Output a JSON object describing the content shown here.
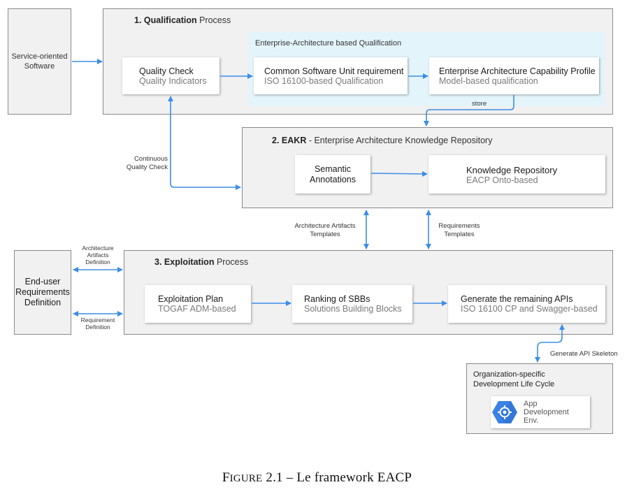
{
  "service_software": {
    "text": "Service-oriented Software"
  },
  "qualification": {
    "number": "1.",
    "title_bold": "Qualification",
    "title_rest": "Process",
    "ea_area_label": "Enterprise-Architecture based Qualification",
    "quality_check": {
      "title": "Quality Check",
      "subtitle": "Quality Indicators"
    },
    "common_unit": {
      "title": "Common Software Unit requirement",
      "subtitle": "ISO 16100-based Qualification"
    },
    "eacp": {
      "title": "Enterprise Architecture Capability Profile",
      "subtitle": "Model-based qualification"
    },
    "store_label": "store"
  },
  "eakr": {
    "number": "2.",
    "title_bold": "EAKR",
    "title_rest": "- Enterprise Architecture Knowledge Repository",
    "semantic": {
      "line1": "Semantic",
      "line2": "Annotations"
    },
    "repo": {
      "title": "Knowledge Repository",
      "subtitle": "EACP Onto-based"
    }
  },
  "continuous_check": {
    "line1": "Continuous",
    "line2": "Quality Check"
  },
  "artifacts_templates": {
    "line1": "Architecture Artifacts",
    "line2": "Templates"
  },
  "requirements_templates": {
    "line1": "Requirements",
    "line2": "Templates"
  },
  "end_user": {
    "line1": "End-user",
    "line2": "Requirements",
    "line3": "Definition"
  },
  "arch_def": {
    "line1": "Architecture",
    "line2": "Artifacts",
    "line3": "Definition"
  },
  "req_def": {
    "line1": "Requirement",
    "line2": "Definition"
  },
  "exploitation": {
    "number": "3.",
    "title_bold": "Exploitation",
    "title_rest": "Process",
    "plan": {
      "title": "Exploitation Plan",
      "subtitle": "TOGAF ADM-based"
    },
    "ranking": {
      "title": "Ranking of SBBs",
      "subtitle": "Solutions Building Blocks"
    },
    "generate": {
      "title": "Generate the remaining APIs",
      "subtitle": "ISO 16100 CP and Swagger-based"
    }
  },
  "generate_skeleton": "Generate API Skeleton",
  "org_lifecycle": {
    "line1": "Organization-specific",
    "line2": "Development Life Cycle",
    "app_env": {
      "line1": "App",
      "line2": "Development",
      "line3": "Env."
    },
    "icon": "gear-hexagon-icon"
  },
  "caption": {
    "prefix_big": "F",
    "prefix_small": "IGURE",
    "rest": " 2.1 – Le framework EACP"
  },
  "colors": {
    "arrow": "#3b8ee8",
    "blue_area": "#e3f4fb",
    "box_grey": "#f1f1f1",
    "hexagon": "#3b82e6"
  }
}
